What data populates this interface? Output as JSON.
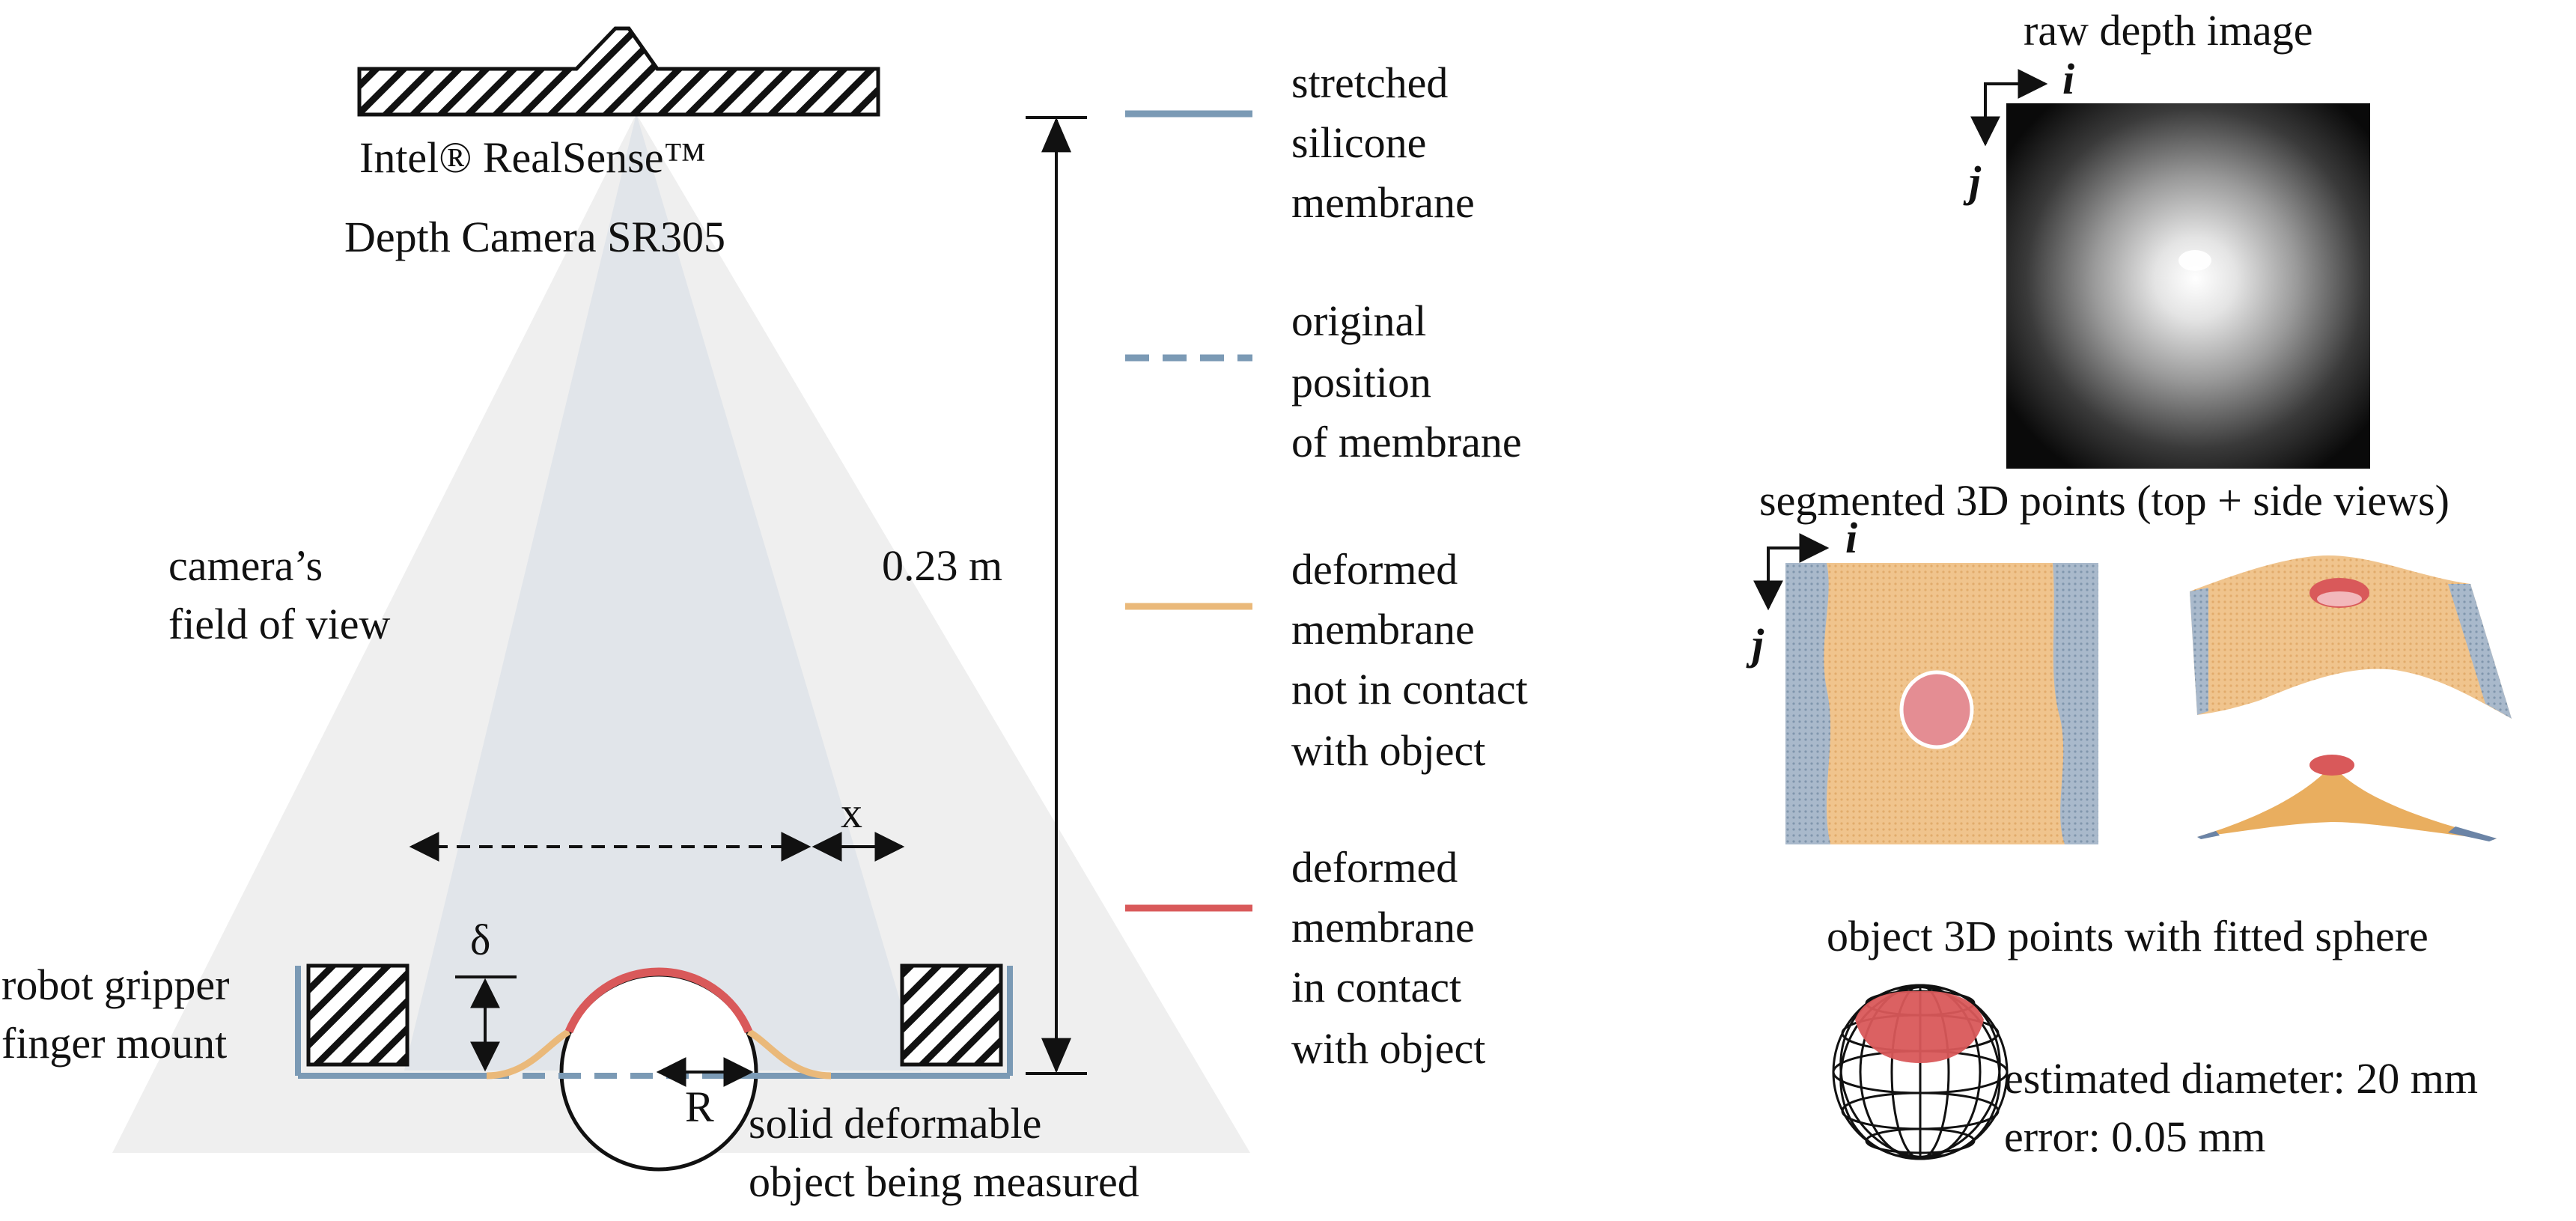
{
  "camera": {
    "name_line1": "Intel® RealSense™",
    "name_line2": "Depth Camera SR305"
  },
  "field_of_view": {
    "line1": "camera’s",
    "line2": "field of view"
  },
  "distance_label": "0.23 m",
  "symbols": {
    "x": "x",
    "delta": "δ",
    "radius": "R"
  },
  "gripper": {
    "line1": "robot gripper",
    "line2": "finger mount"
  },
  "object": {
    "line1": "solid deformable",
    "line2": "object being measured"
  },
  "legend": [
    {
      "lines": [
        "stretched",
        "silicone",
        "membrane"
      ],
      "color": "#7b9ab5",
      "style": "solid"
    },
    {
      "lines": [
        "original",
        "position",
        "of membrane"
      ],
      "color": "#7b9ab5",
      "style": "dashed"
    },
    {
      "lines": [
        "deformed",
        "membrane",
        "not in contact",
        "with object"
      ],
      "color": "#eab97a",
      "style": "solid"
    },
    {
      "lines": [
        "deformed",
        "membrane",
        "in contact",
        "with object"
      ],
      "color": "#d9595a",
      "style": "solid"
    }
  ],
  "raw_depth": {
    "title": "raw depth image",
    "axis_i": "i",
    "axis_j": "j"
  },
  "segmented": {
    "title": "segmented 3D points (top + side views)",
    "axis_i": "i",
    "axis_j": "j"
  },
  "sphere_fit": {
    "title": "object 3D points with fitted sphere",
    "diameter_text": "estimated diameter: 20 mm",
    "error_text": "error: 0.05 mm"
  },
  "colors": {
    "membrane_blue": "#7b9ab5",
    "deformed_orange": "#eab97a",
    "contact_red": "#d9595a",
    "fov_outer": "#efefef",
    "fov_inner": "#e1e5ea",
    "points_blue": "#9fb1c6",
    "points_orange": "#f0c48d"
  }
}
